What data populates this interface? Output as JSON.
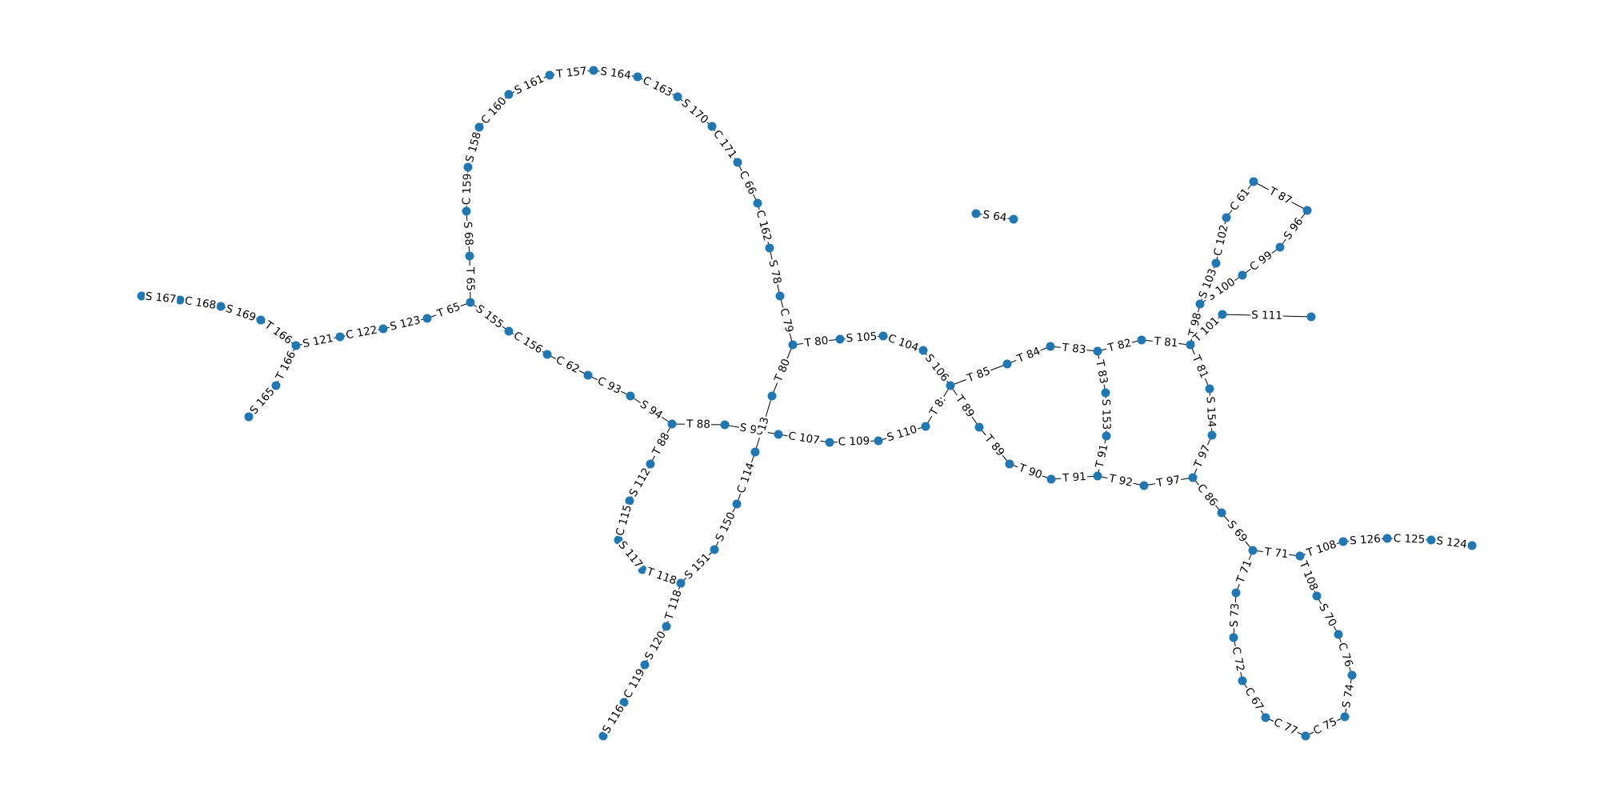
{
  "graph": {
    "node_color": "#1f77b4",
    "edge_color": "#000000",
    "nodes": [
      {
        "id": "a1"
      },
      {
        "id": "a2"
      },
      {
        "id": "a3"
      },
      {
        "id": "a4"
      },
      {
        "id": "a5"
      },
      {
        "id": "a6"
      },
      {
        "id": "a7"
      },
      {
        "id": "a8"
      },
      {
        "id": "a9"
      },
      {
        "id": "a10"
      },
      {
        "id": "a11"
      },
      {
        "id": "a12"
      },
      {
        "id": "b1"
      },
      {
        "id": "b2"
      },
      {
        "id": "b3"
      },
      {
        "id": "b4"
      },
      {
        "id": "b5"
      },
      {
        "id": "b6"
      },
      {
        "id": "b7"
      },
      {
        "id": "b8"
      },
      {
        "id": "b9"
      },
      {
        "id": "b10"
      },
      {
        "id": "b11"
      },
      {
        "id": "b12"
      },
      {
        "id": "b13"
      },
      {
        "id": "b14"
      },
      {
        "id": "c1"
      },
      {
        "id": "c2"
      },
      {
        "id": "c3"
      },
      {
        "id": "c4"
      },
      {
        "id": "c5"
      },
      {
        "id": "c6"
      },
      {
        "id": "c7"
      },
      {
        "id": "d1"
      },
      {
        "id": "d2"
      },
      {
        "id": "d3"
      },
      {
        "id": "d4"
      },
      {
        "id": "d5"
      },
      {
        "id": "d6"
      },
      {
        "id": "d7"
      },
      {
        "id": "d8"
      },
      {
        "id": "d9"
      },
      {
        "id": "e1"
      },
      {
        "id": "e2"
      },
      {
        "id": "e3"
      },
      {
        "id": "e4"
      },
      {
        "id": "e5"
      },
      {
        "id": "e6"
      },
      {
        "id": "e7"
      },
      {
        "id": "f1"
      },
      {
        "id": "f2"
      },
      {
        "id": "f3"
      },
      {
        "id": "f4"
      },
      {
        "id": "f5"
      },
      {
        "id": "f6"
      },
      {
        "id": "f7"
      },
      {
        "id": "f8"
      },
      {
        "id": "f9"
      },
      {
        "id": "f10"
      },
      {
        "id": "f11"
      },
      {
        "id": "f12"
      },
      {
        "id": "g1"
      },
      {
        "id": "g2"
      },
      {
        "id": "g3"
      },
      {
        "id": "g4"
      },
      {
        "id": "g5"
      },
      {
        "id": "g6"
      },
      {
        "id": "g7"
      },
      {
        "id": "g8"
      },
      {
        "id": "g9"
      },
      {
        "id": "g10"
      },
      {
        "id": "g11"
      },
      {
        "id": "h1"
      },
      {
        "id": "h2"
      },
      {
        "id": "h3"
      },
      {
        "id": "h4"
      },
      {
        "id": "h5"
      },
      {
        "id": "h6"
      },
      {
        "id": "h7"
      },
      {
        "id": "h8"
      },
      {
        "id": "h9"
      },
      {
        "id": "h10"
      },
      {
        "id": "h11"
      },
      {
        "id": "h12"
      },
      {
        "id": "h13"
      },
      {
        "id": "i1"
      },
      {
        "id": "i2"
      },
      {
        "id": "i3"
      },
      {
        "id": "i4"
      },
      {
        "id": "i5"
      },
      {
        "id": "i6"
      },
      {
        "id": "i7"
      },
      {
        "id": "i8"
      },
      {
        "id": "i9"
      },
      {
        "id": "i10"
      },
      {
        "id": "i11"
      },
      {
        "id": "i12"
      },
      {
        "id": "i13"
      },
      {
        "id": "i14"
      },
      {
        "id": "j1"
      },
      {
        "id": "j2"
      }
    ],
    "edges": [
      {
        "source": "a1",
        "target": "a2",
        "label": "S 167"
      },
      {
        "source": "a2",
        "target": "a3",
        "label": "C 168"
      },
      {
        "source": "a3",
        "target": "a4",
        "label": "S 169"
      },
      {
        "source": "a4",
        "target": "a5",
        "label": "T 166"
      },
      {
        "source": "a5",
        "target": "a6",
        "label": "S 121"
      },
      {
        "source": "a6",
        "target": "a7",
        "label": "C 122"
      },
      {
        "source": "a7",
        "target": "a8",
        "label": "S 123"
      },
      {
        "source": "a8",
        "target": "a9",
        "label": "T 65"
      },
      {
        "source": "a10",
        "target": "a11",
        "label": "S 165"
      },
      {
        "source": "a11",
        "target": "a5",
        "label": "T 166"
      },
      {
        "source": "a9",
        "target": "a12",
        "label": "T 65"
      },
      {
        "source": "a12",
        "target": "b1",
        "label": "S 68"
      },
      {
        "source": "b1",
        "target": "b2",
        "label": "C 159"
      },
      {
        "source": "b2",
        "target": "b3",
        "label": "S 158"
      },
      {
        "source": "b3",
        "target": "b4",
        "label": "C 160"
      },
      {
        "source": "b4",
        "target": "b5",
        "label": "S 161"
      },
      {
        "source": "b5",
        "target": "b6",
        "label": "T 157"
      },
      {
        "source": "b6",
        "target": "b7",
        "label": "S 164"
      },
      {
        "source": "b7",
        "target": "b8",
        "label": "C 163"
      },
      {
        "source": "b8",
        "target": "b9",
        "label": "S 170"
      },
      {
        "source": "b9",
        "target": "b10",
        "label": "C 171"
      },
      {
        "source": "b10",
        "target": "b11",
        "label": "C 66"
      },
      {
        "source": "b11",
        "target": "b12",
        "label": "C 162"
      },
      {
        "source": "b12",
        "target": "b13",
        "label": "S 78"
      },
      {
        "source": "b13",
        "target": "b14",
        "label": "C 79"
      },
      {
        "source": "a9",
        "target": "c1",
        "label": "S 155"
      },
      {
        "source": "c1",
        "target": "c2",
        "label": "C 156"
      },
      {
        "source": "c2",
        "target": "c3",
        "label": "C 62"
      },
      {
        "source": "c3",
        "target": "c4",
        "label": "C 93"
      },
      {
        "source": "c4",
        "target": "c5",
        "label": "S 94"
      },
      {
        "source": "c5",
        "target": "c6",
        "label": "T 88"
      },
      {
        "source": "c6",
        "target": "c7",
        "label": "S 95"
      },
      {
        "source": "c5",
        "target": "d1",
        "label": "T 88"
      },
      {
        "source": "d1",
        "target": "d2",
        "label": "S 112"
      },
      {
        "source": "d2",
        "target": "d3",
        "label": "C 115"
      },
      {
        "source": "d3",
        "target": "d4",
        "label": "S 117"
      },
      {
        "source": "d4",
        "target": "d5",
        "label": "T 118"
      },
      {
        "source": "d5",
        "target": "d6",
        "label": "T 118"
      },
      {
        "source": "d6",
        "target": "d7",
        "label": "S 120"
      },
      {
        "source": "d7",
        "target": "d8",
        "label": "C 119"
      },
      {
        "source": "d8",
        "target": "d9",
        "label": "S 116"
      },
      {
        "source": "d5",
        "target": "e1",
        "label": "S 151"
      },
      {
        "source": "e1",
        "target": "e2",
        "label": "S 150"
      },
      {
        "source": "e2",
        "target": "e3",
        "label": "C 114"
      },
      {
        "source": "e3",
        "target": "e4",
        "label": "13"
      },
      {
        "source": "e4",
        "target": "b14",
        "label": "T 80"
      },
      {
        "source": "c7",
        "target": "e5",
        "label": "C 107"
      },
      {
        "source": "e5",
        "target": "e6",
        "label": "C 109"
      },
      {
        "source": "e6",
        "target": "e7",
        "label": "S 110"
      },
      {
        "source": "e7",
        "target": "f4",
        "label": "T 8:"
      },
      {
        "source": "b14",
        "target": "f1",
        "label": "T 80"
      },
      {
        "source": "f1",
        "target": "f2",
        "label": "S 105"
      },
      {
        "source": "f2",
        "target": "f3",
        "label": "C 104"
      },
      {
        "source": "f3",
        "target": "f4",
        "label": "S 106"
      },
      {
        "source": "f4",
        "target": "f5",
        "label": "T 89"
      },
      {
        "source": "f5",
        "target": "f6",
        "label": "T 89"
      },
      {
        "source": "f6",
        "target": "f7",
        "label": "T 90"
      },
      {
        "source": "f7",
        "target": "f8",
        "label": "T 91"
      },
      {
        "source": "f4",
        "target": "f9",
        "label": "T 85"
      },
      {
        "source": "f9",
        "target": "f10",
        "label": "T 84"
      },
      {
        "source": "f10",
        "target": "f11",
        "label": "T 83"
      },
      {
        "source": "f11",
        "target": "f12",
        "label": "T 83"
      },
      {
        "source": "f11",
        "target": "g1",
        "label": "T 82"
      },
      {
        "source": "g1",
        "target": "g2",
        "label": "T 81"
      },
      {
        "source": "g2",
        "target": "g3",
        "label": "T 81"
      },
      {
        "source": "g3",
        "target": "g4",
        "label": "S 154"
      },
      {
        "source": "g4",
        "target": "g5",
        "label": "T 97"
      },
      {
        "source": "f12",
        "target": "g6",
        "label": "S 153"
      },
      {
        "source": "g6",
        "target": "f8",
        "label": "T 91"
      },
      {
        "source": "f8",
        "target": "g7",
        "label": "T 92"
      },
      {
        "source": "g7",
        "target": "g5",
        "label": "T 97"
      },
      {
        "source": "g2",
        "target": "g8",
        "label": "T 98"
      },
      {
        "source": "g8",
        "target": "g9",
        "label": "S 100"
      },
      {
        "source": "g9",
        "target": "g10",
        "label": "C 99"
      },
      {
        "source": "g10",
        "target": "g11",
        "label": "S 96"
      },
      {
        "source": "g8",
        "target": "i12",
        "label": "S 103"
      },
      {
        "source": "i12",
        "target": "i13",
        "label": "C 102"
      },
      {
        "source": "i13",
        "target": "i14",
        "label": "C 61"
      },
      {
        "source": "i14",
        "target": "g11",
        "label": "T 87"
      },
      {
        "source": "i10",
        "target": "i11",
        "label": "S 111"
      },
      {
        "source": "g2",
        "target": "i10",
        "label": "T 101"
      },
      {
        "source": "g5",
        "target": "h1",
        "label": "C 86"
      },
      {
        "source": "h1",
        "target": "h2",
        "label": "S 69"
      },
      {
        "source": "h2",
        "target": "h3",
        "label": "T 71"
      },
      {
        "source": "h3",
        "target": "h4",
        "label": "T 108"
      },
      {
        "source": "h4",
        "target": "h5",
        "label": "S 126"
      },
      {
        "source": "h5",
        "target": "h6",
        "label": "C 125"
      },
      {
        "source": "h6",
        "target": "h7",
        "label": "S 124"
      },
      {
        "source": "h2",
        "target": "i1",
        "label": "T 71"
      },
      {
        "source": "i1",
        "target": "i2",
        "label": "S 73"
      },
      {
        "source": "i2",
        "target": "i3",
        "label": "C 72"
      },
      {
        "source": "i3",
        "target": "i4",
        "label": "C 67"
      },
      {
        "source": "i4",
        "target": "i5",
        "label": "C 77"
      },
      {
        "source": "i5",
        "target": "i6",
        "label": "C 75"
      },
      {
        "source": "i6",
        "target": "i7",
        "label": "S 74"
      },
      {
        "source": "i7",
        "target": "i8",
        "label": "C 76"
      },
      {
        "source": "i8",
        "target": "i9",
        "label": "S 70"
      },
      {
        "source": "i9",
        "target": "h3",
        "label": "T 108"
      },
      {
        "source": "j1",
        "target": "j2",
        "label": "S 64"
      }
    ]
  }
}
